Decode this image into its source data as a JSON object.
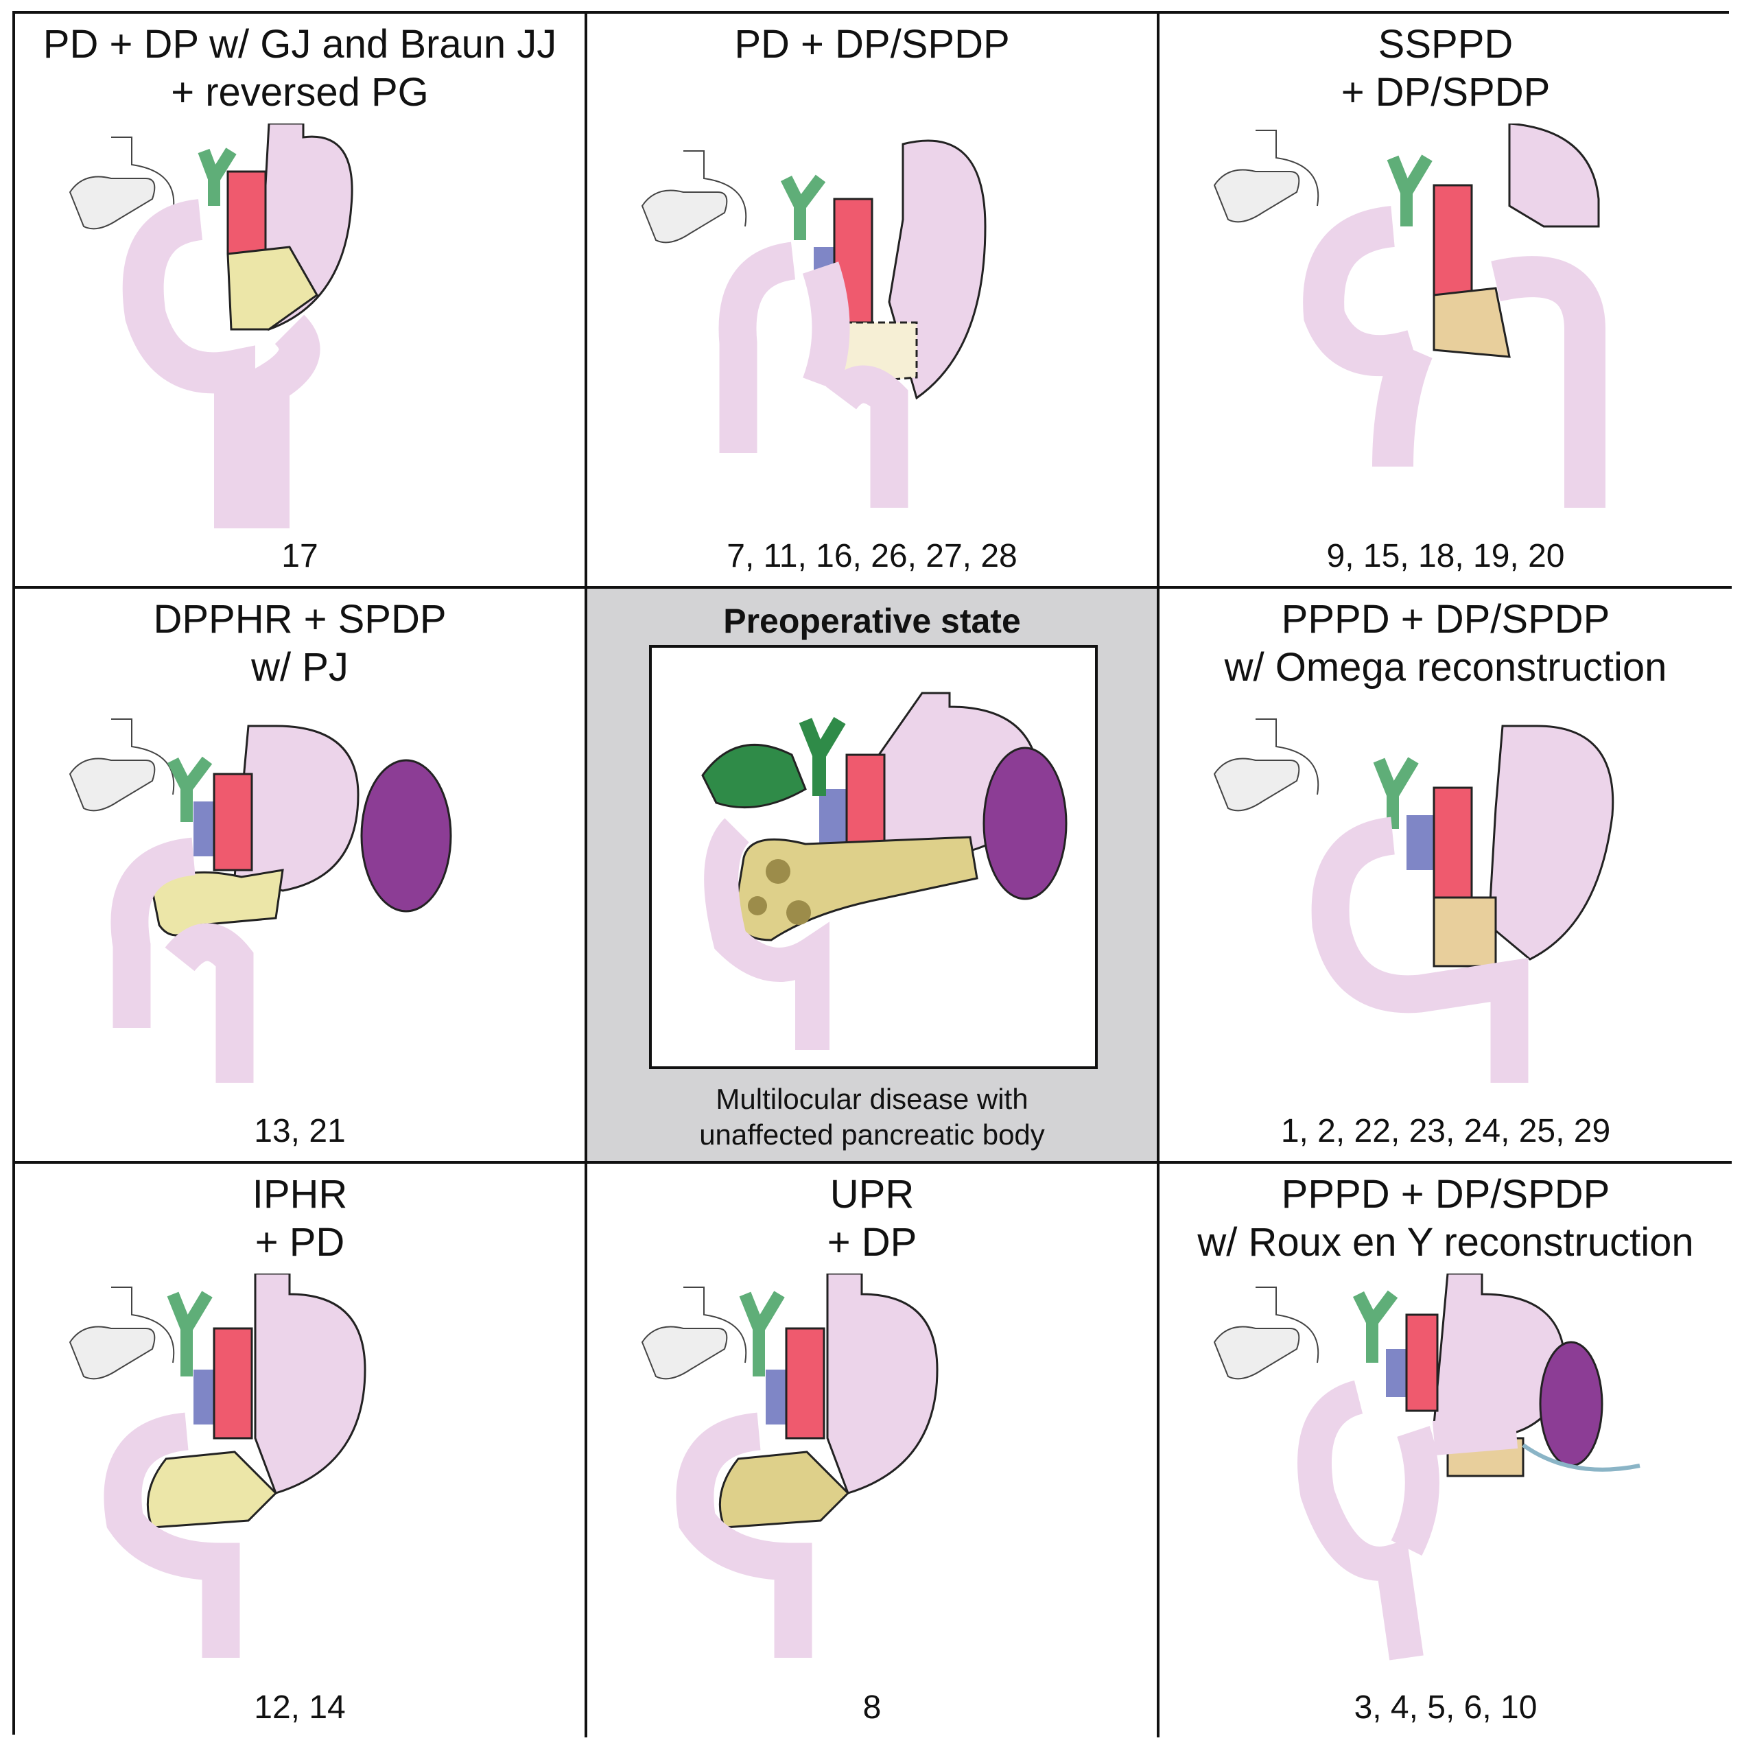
{
  "panels": [
    {
      "title": "PD + DP w/ GJ and Braun JJ\n+ reversed PG",
      "refs": "17"
    },
    {
      "title": "PD + DP/SPDP",
      "refs": "7, 11, 16, 26, 27, 28"
    },
    {
      "title": "SSPPD\n+ DP/SPDP",
      "refs": "9, 15, 18, 19, 20"
    },
    {
      "title": "DPPHR + SPDP\nw/ PJ",
      "refs": "13, 21"
    },
    {
      "title": "Preoperative state",
      "caption": "Multilocular disease with\nunaffected pancreatic body"
    },
    {
      "title": "PPPD + DP/SPDP\nw/ Omega reconstruction",
      "refs": "1, 2, 22, 23, 24, 25, 29"
    },
    {
      "title": "IPHR\n+ PD",
      "refs": "12, 14"
    },
    {
      "title": "UPR\n+ DP",
      "refs": "8"
    },
    {
      "title": "PPPD + DP/SPDP\nw/ Roux en Y reconstruction",
      "refs": "3, 4, 5, 6, 10"
    }
  ],
  "colors": {
    "stomach": "#ecd4ea",
    "bile_duct": "#5fae78",
    "aorta": "#ef5a6e",
    "vein": "#7f86c6",
    "pancreas": "#ece6a8",
    "spleen": "#8c3d95",
    "gallbladder": "#2f8b48",
    "center_bg": "#d3d3d5"
  }
}
